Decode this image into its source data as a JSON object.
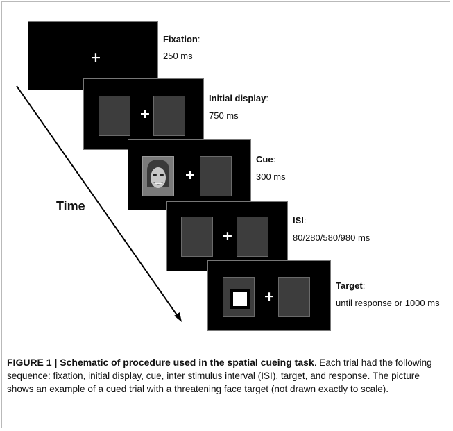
{
  "axis_label": "Time",
  "stages": [
    {
      "name": "Fixation",
      "duration": "250 ms"
    },
    {
      "name": "Initial display",
      "duration": "750 ms"
    },
    {
      "name": "Cue",
      "duration": "300 ms"
    },
    {
      "name": "ISI",
      "duration": "80/280/580/980 ms"
    },
    {
      "name": "Target",
      "duration": "until response or 1000 ms"
    }
  ],
  "fixation_symbol": "+",
  "colon": ":",
  "caption": {
    "title": "FIGURE 1 | Schematic of procedure used in the spatial cueing task",
    "title_end": ".",
    "body": "Each trial had the following sequence: fixation, initial display, cue, inter stimulus interval (ISI), target, and response. The picture shows an example of a cued trial with a threatening face target (not drawn exactly to scale)."
  }
}
